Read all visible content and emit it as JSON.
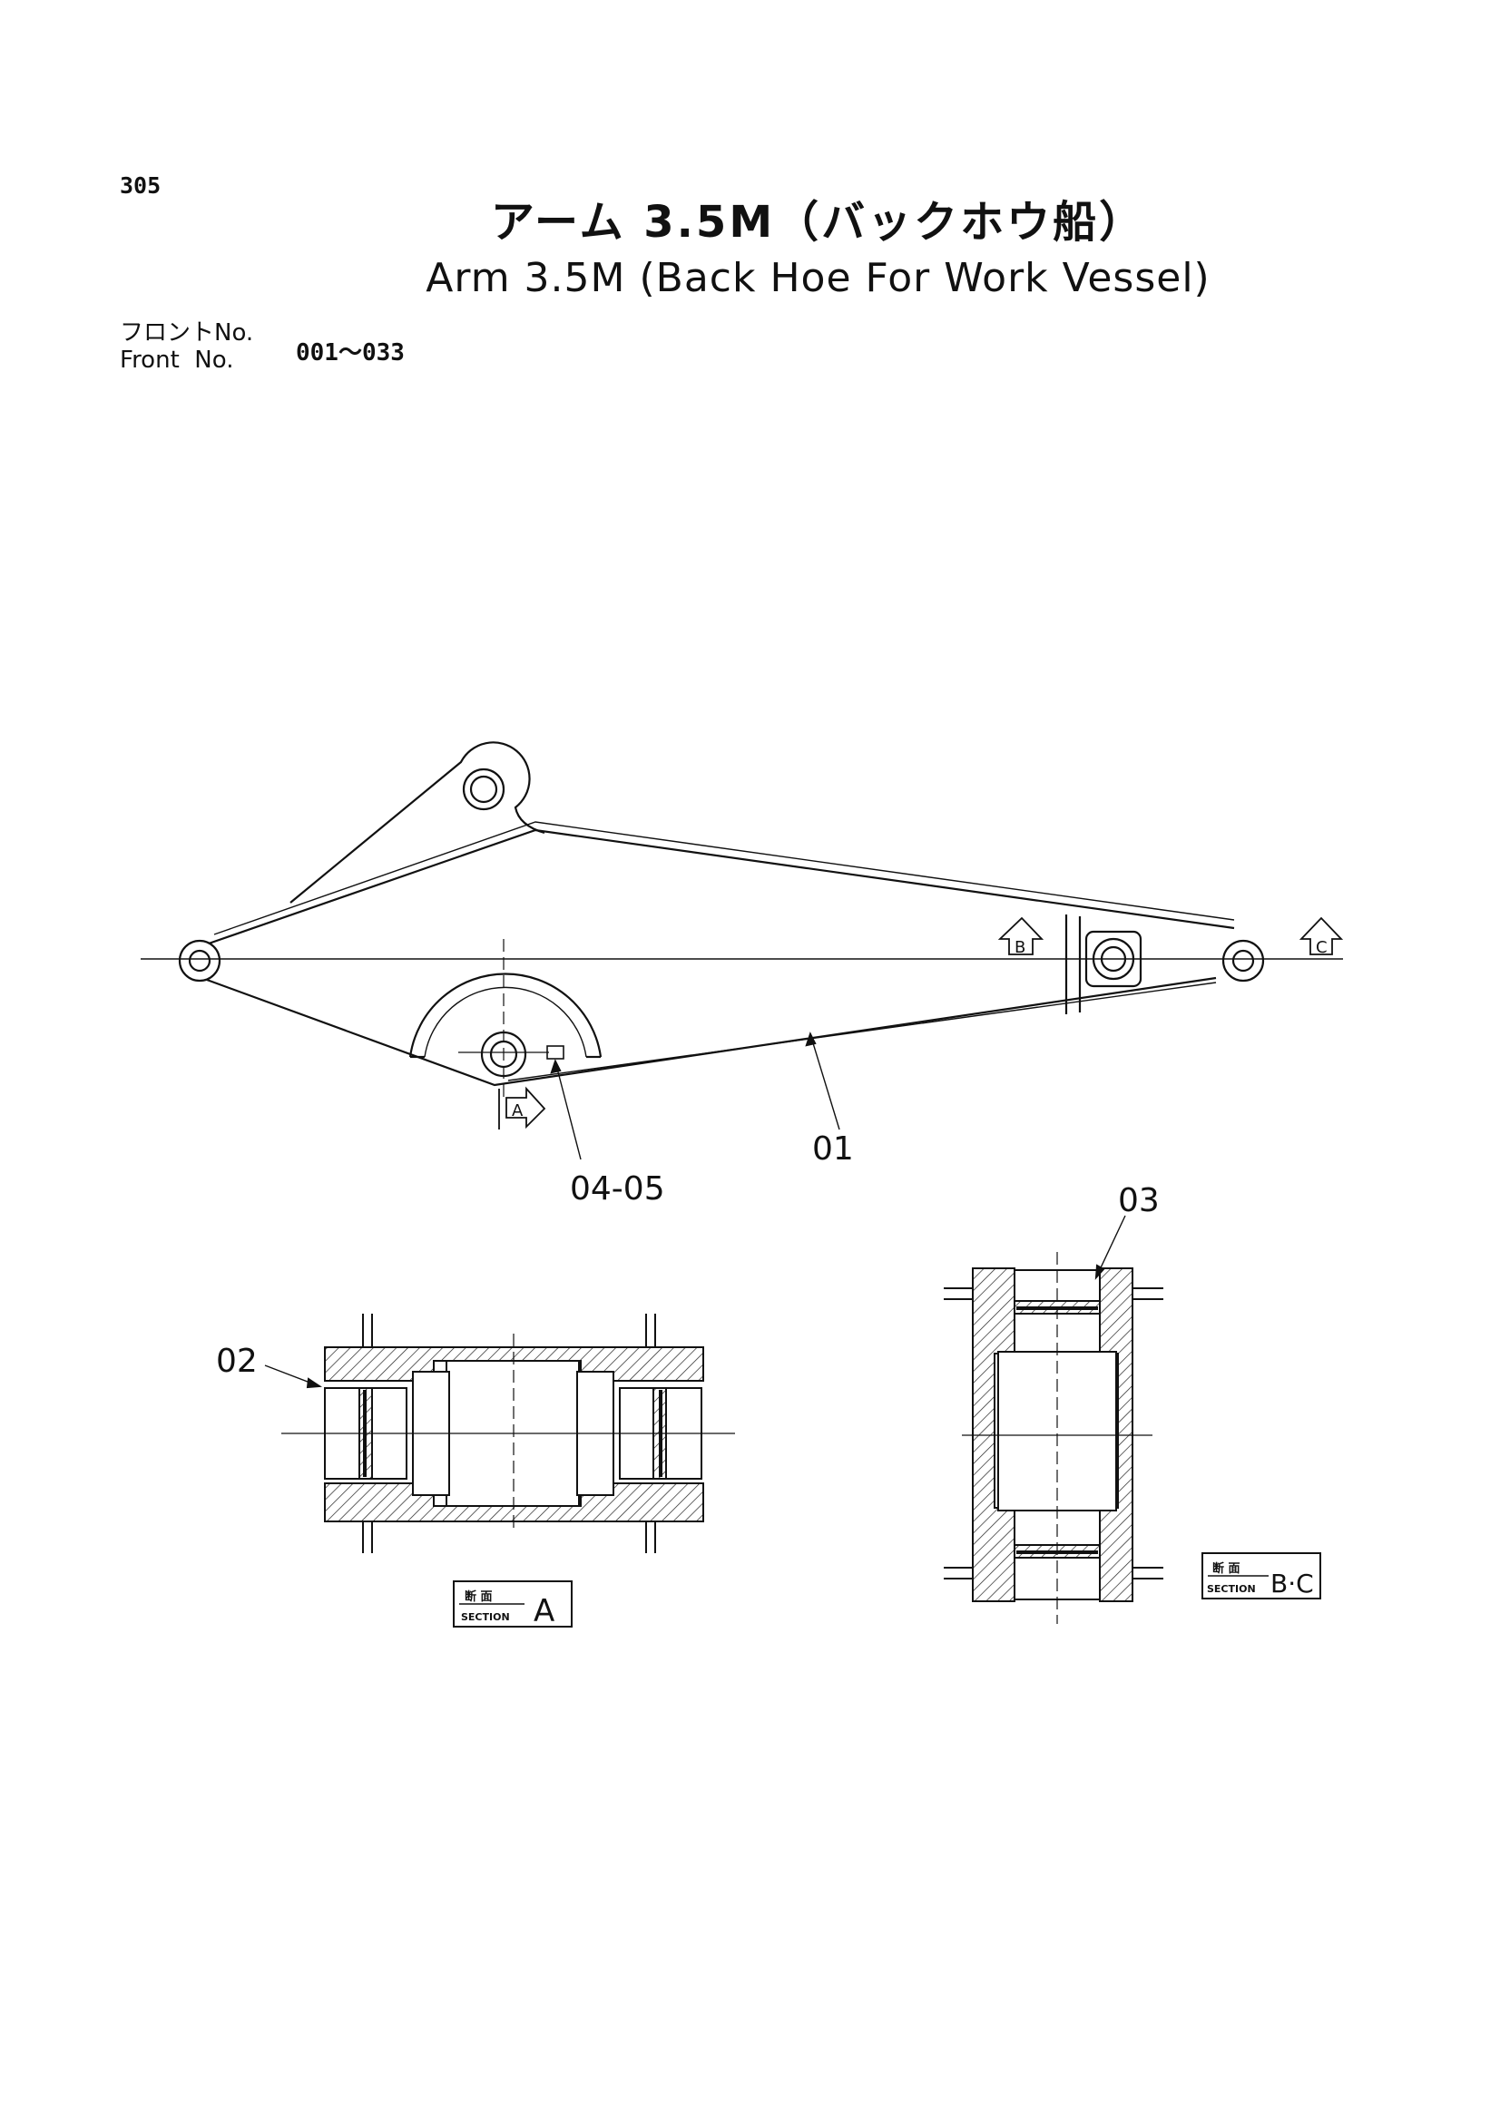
{
  "page_number": "305",
  "title_jp": "アーム 3.5M（バックホウ船）",
  "title_en": "Arm 3.5M (Back Hoe For Work Vessel)",
  "front_label_jp": "フロントNo.",
  "front_label_en": "Front  No.",
  "front_range": "001～033",
  "callouts": {
    "arm": "01",
    "pin_a": "02",
    "pin_bc": "03",
    "bolt": "04-05"
  },
  "section_markers": {
    "a": "A",
    "b": "B",
    "c": "C"
  },
  "section_boxes": {
    "a": {
      "jp": "断 面",
      "en": "SECTION",
      "letter": "A"
    },
    "bc": {
      "jp": "断 面",
      "en": "SECTION",
      "letter": "B·C"
    }
  }
}
